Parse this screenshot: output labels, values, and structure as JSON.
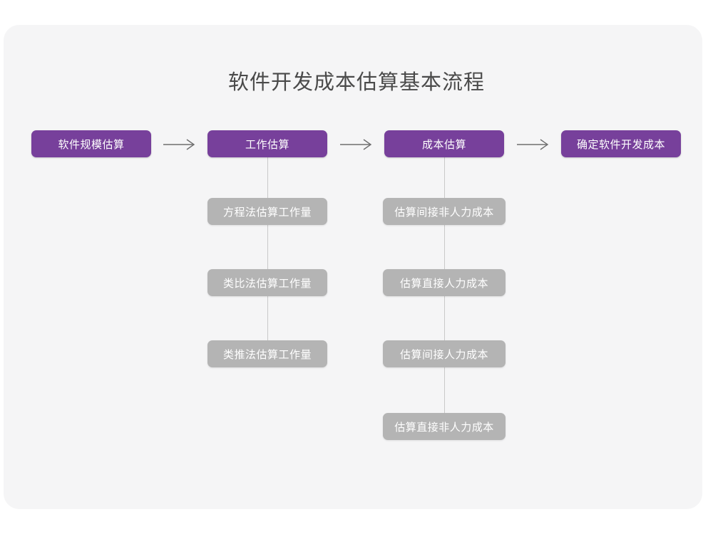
{
  "colors": {
    "page_background": "#ffffff",
    "card_background": "#f5f5f6",
    "primary_node": "#77409b",
    "secondary_node": "#b4b4b4",
    "node_text": "#ffffff",
    "title_text": "#4a4a4a",
    "connector_line": "#c9c9c9",
    "arrow": "#6e6e6e"
  },
  "chart_data": {
    "type": "diagram",
    "diagram_kind": "horizontal-flowchart-with-vertical-substeps",
    "title": "软件开发成本估算基本流程",
    "xlabel": "",
    "ylabel": "",
    "legend": [],
    "grid": false,
    "stages": [
      {
        "id": "stage-1",
        "label": "软件规模估算",
        "level": "primary",
        "substeps": []
      },
      {
        "id": "stage-2",
        "label": "工作估算",
        "level": "primary",
        "substeps": [
          {
            "id": "stage-2-sub-1",
            "label": "方程法估算工作量",
            "level": "secondary"
          },
          {
            "id": "stage-2-sub-2",
            "label": "类比法估算工作量",
            "level": "secondary"
          },
          {
            "id": "stage-2-sub-3",
            "label": "类推法估算工作量",
            "level": "secondary"
          }
        ]
      },
      {
        "id": "stage-3",
        "label": "成本估算",
        "level": "primary",
        "substeps": [
          {
            "id": "stage-3-sub-1",
            "label": "估算间接非人力成本",
            "level": "secondary"
          },
          {
            "id": "stage-3-sub-2",
            "label": "估算直接人力成本",
            "level": "secondary"
          },
          {
            "id": "stage-3-sub-3",
            "label": "估算间接人力成本",
            "level": "secondary"
          },
          {
            "id": "stage-3-sub-4",
            "label": "估算直接非人力成本",
            "level": "secondary"
          }
        ]
      },
      {
        "id": "stage-4",
        "label": "确定软件开发成本",
        "level": "primary",
        "substeps": []
      }
    ],
    "connectors": [
      {
        "from": "stage-1",
        "to": "stage-2",
        "kind": "arrow",
        "direction": "right"
      },
      {
        "from": "stage-2",
        "to": "stage-3",
        "kind": "arrow",
        "direction": "right"
      },
      {
        "from": "stage-3",
        "to": "stage-4",
        "kind": "arrow",
        "direction": "right"
      },
      {
        "from": "stage-2",
        "to": "stage-2-sub-3",
        "kind": "line",
        "direction": "down"
      },
      {
        "from": "stage-3",
        "to": "stage-3-sub-4",
        "kind": "line",
        "direction": "down"
      }
    ],
    "arrow_glyph": "→",
    "arrow_count": 3
  }
}
